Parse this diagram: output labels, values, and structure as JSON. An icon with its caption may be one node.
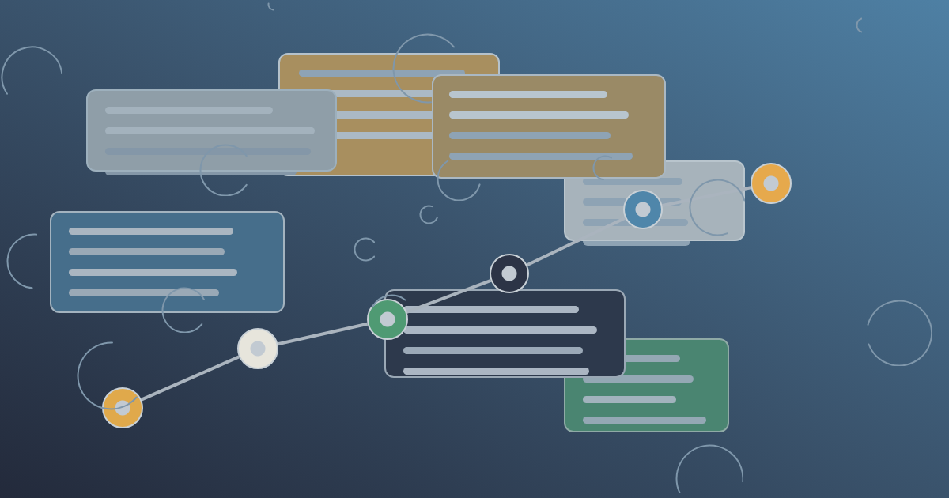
{
  "diagram": {
    "nodes": [
      {
        "text": [],
        "shape": "circle"
      },
      {
        "text": [],
        "shape": "circle"
      },
      {
        "text": [],
        "shape": "circle"
      },
      {
        "text": [],
        "shape": "circle"
      },
      {
        "text": [],
        "shape": "circle"
      },
      {
        "text": [],
        "shape": "circle"
      }
    ],
    "edges": [
      {
        "from": 0,
        "to": 1,
        "arrow": "none"
      },
      {
        "from": 1,
        "to": 2,
        "arrow": "none"
      },
      {
        "from": 2,
        "to": 3,
        "arrow": "none"
      },
      {
        "from": 3,
        "to": 4,
        "arrow": "none"
      },
      {
        "from": 4,
        "to": 5,
        "arrow": "none"
      }
    ]
  }
}
